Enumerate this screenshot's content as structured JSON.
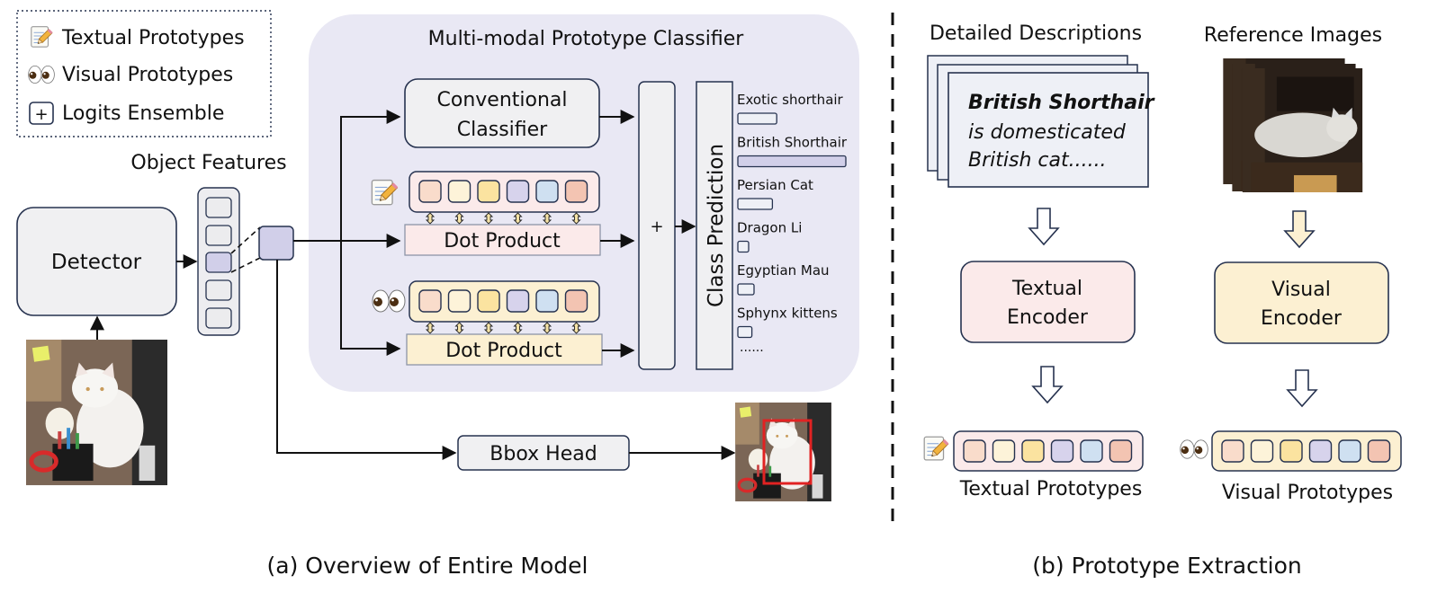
{
  "legend": {
    "textual": "Textual Prototypes",
    "visual": "Visual Prototypes",
    "ensemble": "Logits Ensemble",
    "ensemble_symbol": "+"
  },
  "left": {
    "object_features": "Object Features",
    "detector": "Detector",
    "classifier_panel_title": "Multi-modal Prototype Classifier",
    "conventional_classifier": [
      "Conventional",
      "Classifier"
    ],
    "dot_product_top": "Dot Product",
    "dot_product_bottom": "Dot Product",
    "ensemble_symbol": "+",
    "class_prediction": "Class Prediction",
    "classes": [
      {
        "label": "Exotic shorthair",
        "score": 0.36
      },
      {
        "label": "British Shorthair",
        "score": 1.0
      },
      {
        "label": "Persian Cat",
        "score": 0.32
      },
      {
        "label": "Dragon Li",
        "score": 0.1
      },
      {
        "label": "Egyptian Mau",
        "score": 0.15
      },
      {
        "label": "Sphynx kittens",
        "score": 0.13
      }
    ],
    "more": "......",
    "bbox_head": "Bbox Head",
    "caption": "(a) Overview of Entire Model"
  },
  "right": {
    "detailed_descriptions": "Detailed Descriptions",
    "reference_images": "Reference Images",
    "description_lines": [
      "British Shorthair",
      "is domesticated",
      "British cat......"
    ],
    "textual_encoder": [
      "Textual",
      "Encoder"
    ],
    "visual_encoder": [
      "Visual",
      "Encoder"
    ],
    "textual_prototypes": "Textual Prototypes",
    "visual_prototypes": "Visual Prototypes",
    "caption": "(b) Prototype Extraction"
  },
  "colors": {
    "panel_bg": "#e9e8f4",
    "box_stroke": "#26324f",
    "box_fill": "#f0f0f2",
    "feature_purple": "#d1cfe9",
    "pink_fill": "#fbeaea",
    "cream_fill": "#fcf0d2",
    "proto_cells": [
      "#f9dccb",
      "#fdf3d9",
      "#fbe3a0",
      "#d7d3ec",
      "#cfe0f1",
      "#f3c4b2"
    ],
    "bbox_red": "#e12222"
  },
  "icons": {
    "textual": "memo-pencil-icon",
    "visual": "eyes-icon"
  }
}
